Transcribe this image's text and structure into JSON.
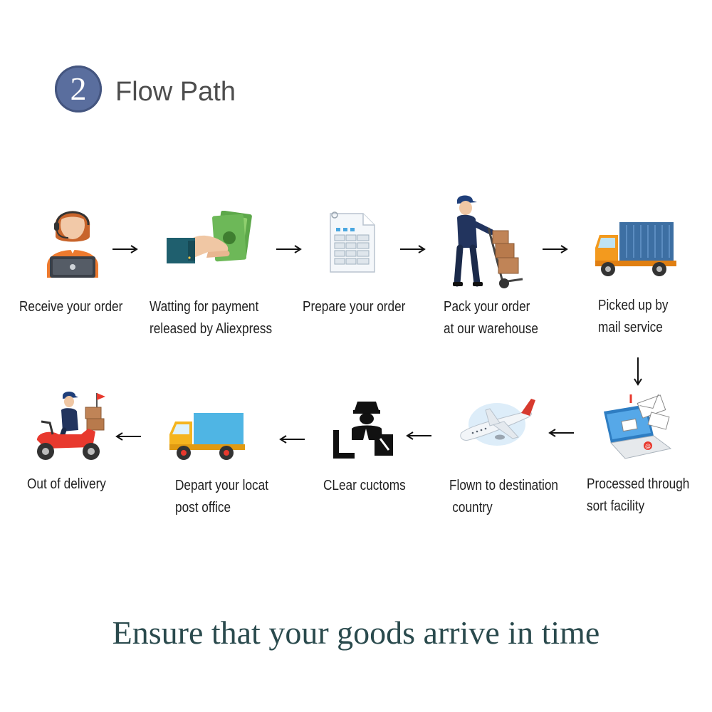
{
  "header": {
    "badge_number": "2",
    "title": "Flow Path"
  },
  "steps": [
    {
      "id": 1,
      "line1": "Receive your order",
      "line2": ""
    },
    {
      "id": 2,
      "line1": "Watting for payment",
      "line2": "released by Aliexpress"
    },
    {
      "id": 3,
      "line1": "Prepare your order",
      "line2": ""
    },
    {
      "id": 4,
      "line1": "Pack your order",
      "line2": "at our warehouse"
    },
    {
      "id": 5,
      "line1": "Picked up by",
      "line2": "mail service"
    },
    {
      "id": 6,
      "line1": "Processed through",
      "line2": "sort facility"
    },
    {
      "id": 7,
      "line1": "Flown to destination",
      "line2": "country"
    },
    {
      "id": 8,
      "line1": "CLear cuctoms",
      "line2": ""
    },
    {
      "id": 9,
      "line1": "Depart your locat",
      "line2": "post office"
    },
    {
      "id": 10,
      "line1": "Out of delivery",
      "line2": ""
    }
  ],
  "icons": {
    "step1": "customer-service-agent-icon",
    "step2": "payment-hand-money-icon",
    "step3": "order-form-document-icon",
    "step4": "warehouse-worker-hand-truck-icon",
    "step5": "delivery-truck-icon",
    "step6": "laptop-mail-processing-icon",
    "step7": "airplane-icon",
    "step8": "customs-officer-icon",
    "step9": "local-delivery-truck-icon",
    "step10": "scooter-courier-icon"
  },
  "colors": {
    "badge": "#5a6e9e",
    "title": "#4d4d4d",
    "tagline": "#2a4a4d",
    "truck_orange": "#f39a1e",
    "truck_container": "#3d6fa3"
  },
  "tagline": "Ensure that your goods arrive in time"
}
